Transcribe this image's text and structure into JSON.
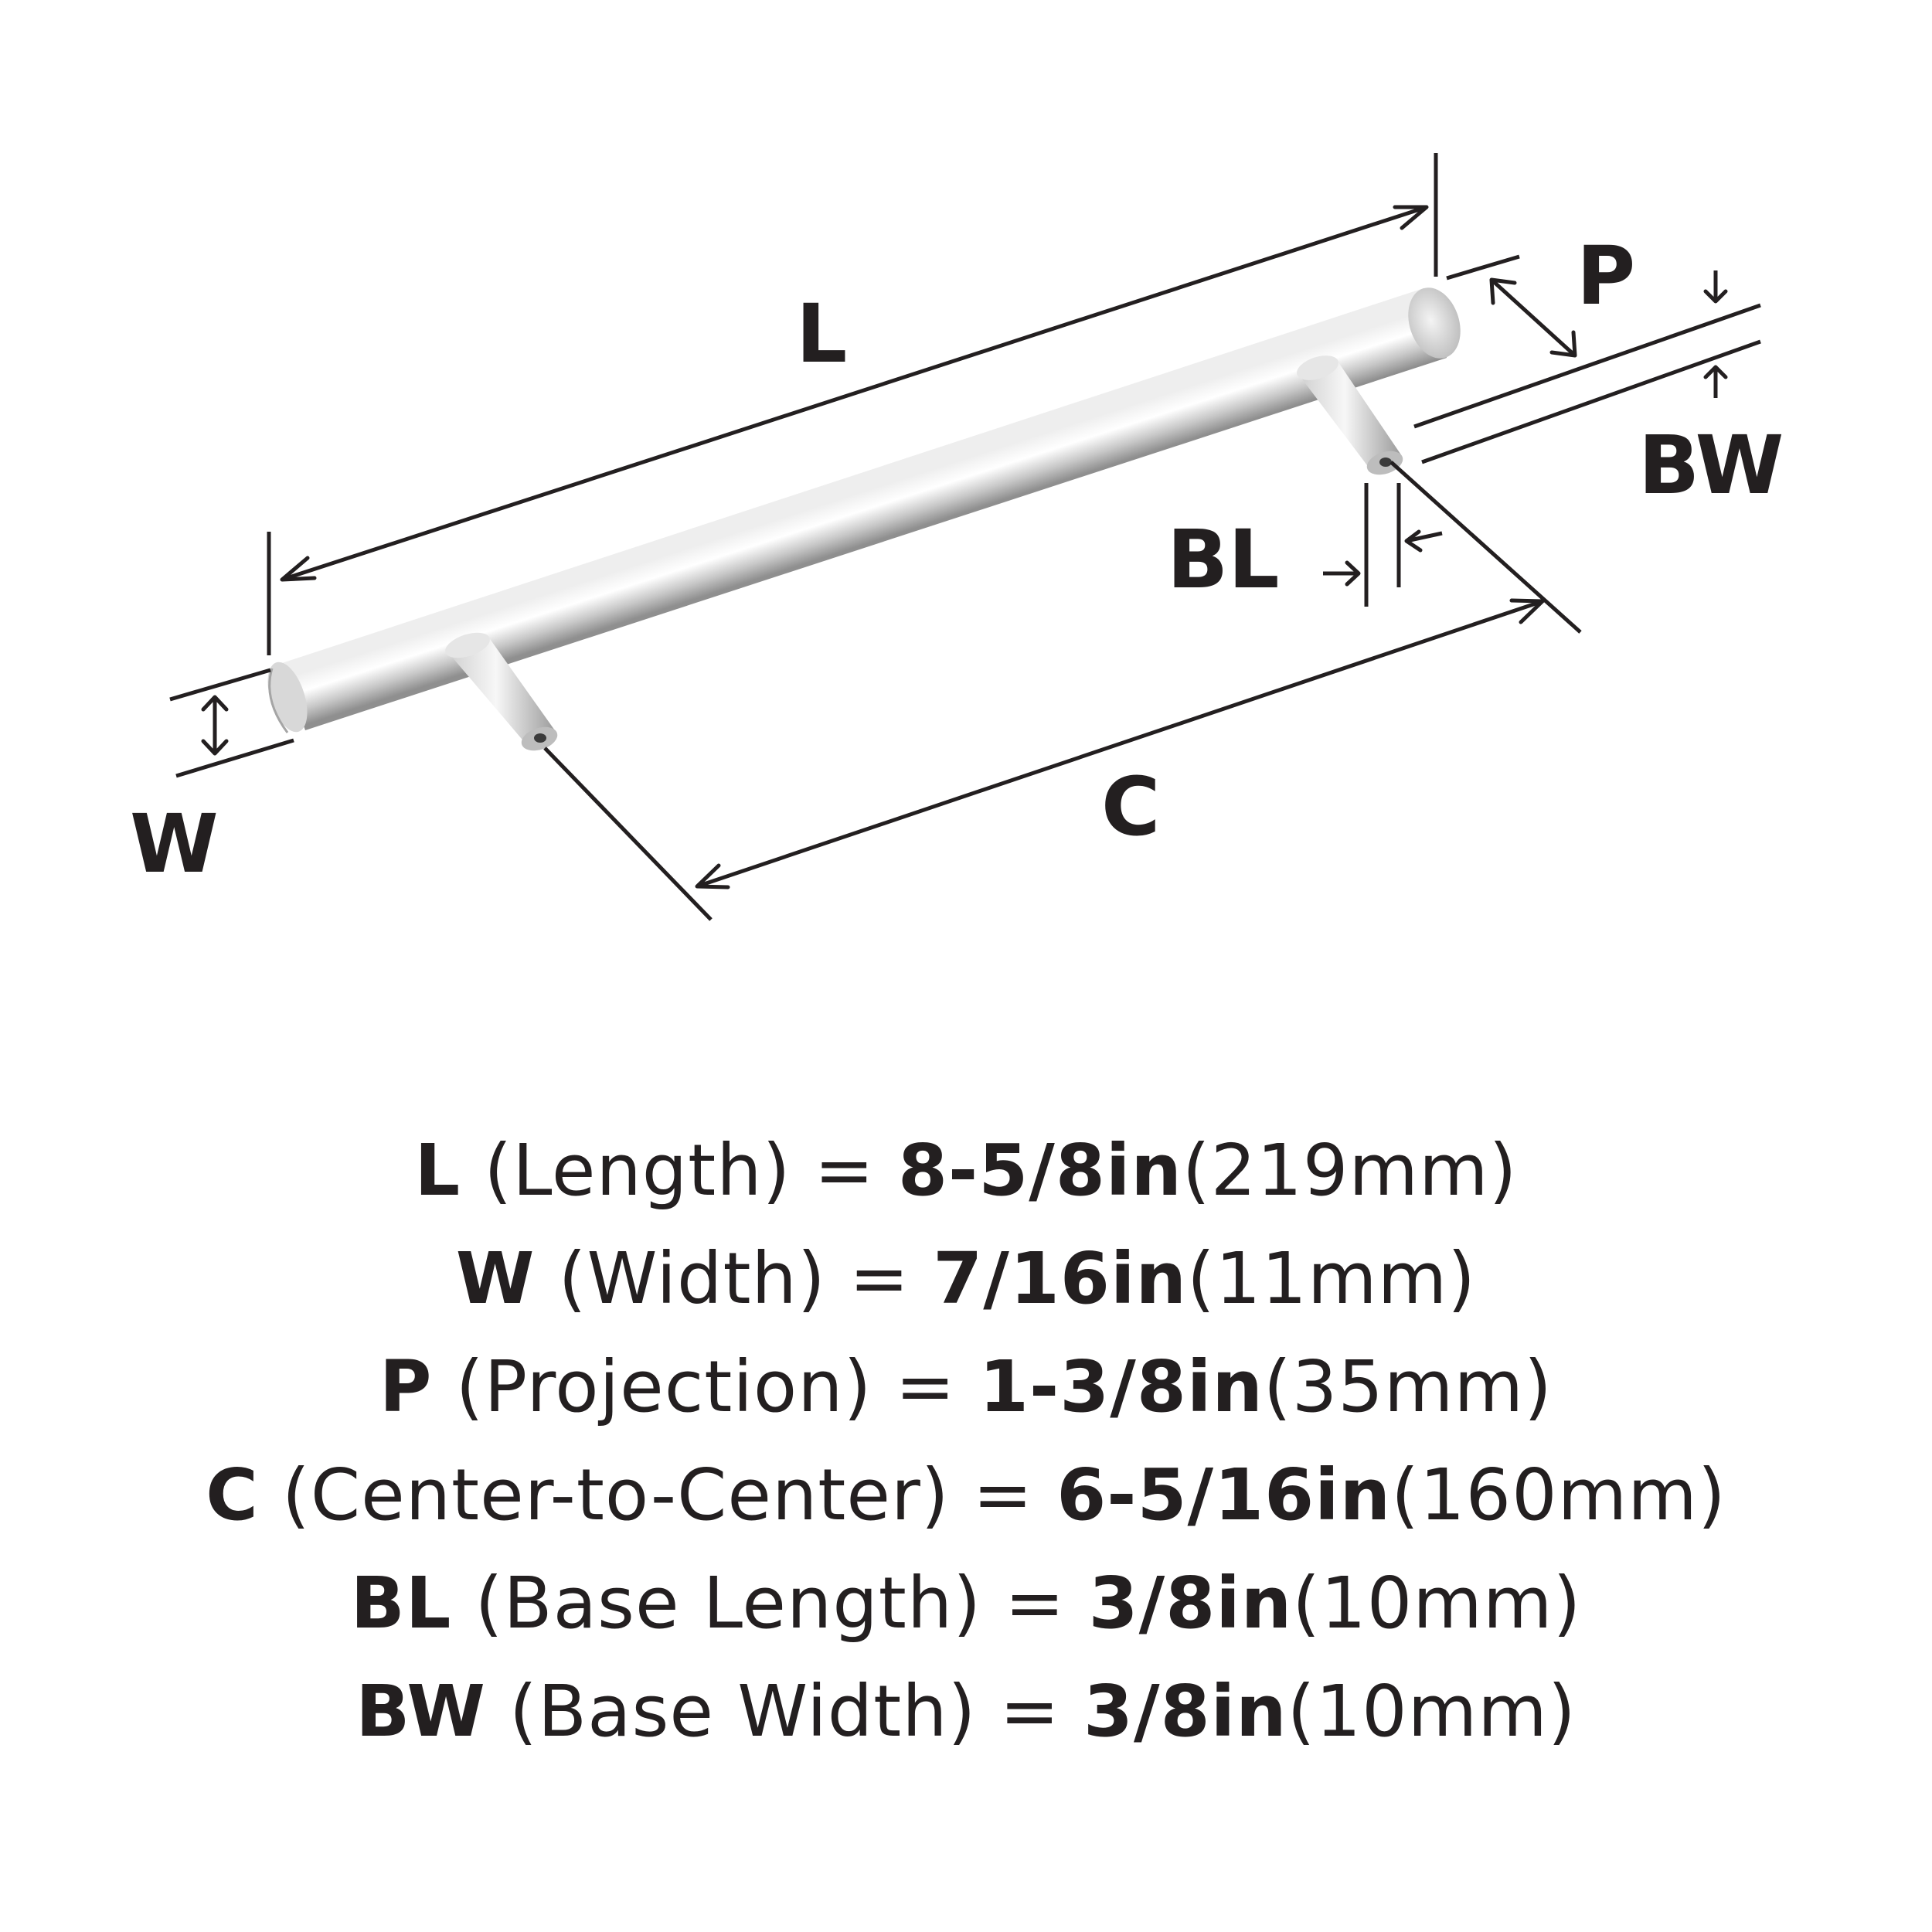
{
  "diagram": {
    "labels": {
      "L": "L",
      "P": "P",
      "BW": "BW",
      "BL": "BL",
      "W": "W",
      "C": "C"
    },
    "colors": {
      "ink": "#231f20",
      "metal_light": "#f2f2f2",
      "metal_mid": "#c9c9c9",
      "metal_dark": "#8e8e8e"
    }
  },
  "specs": [
    {
      "key": "L",
      "desc": " (Length) = ",
      "inch": "8-5/8in",
      "mm": "(219mm)"
    },
    {
      "key": "W",
      "desc": " (Width) = ",
      "inch": "7/16in",
      "mm": "(11mm)"
    },
    {
      "key": "P",
      "desc": " (Projection) = ",
      "inch": "1-3/8in",
      "mm": "(35mm)"
    },
    {
      "key": "C",
      "desc": " (Center-to-Center) = ",
      "inch": "6-5/16in",
      "mm": "(160mm)"
    },
    {
      "key": "BL",
      "desc": " (Base Length) = ",
      "inch": "3/8in",
      "mm": "(10mm)"
    },
    {
      "key": "BW",
      "desc": " (Base Width) = ",
      "inch": "3/8in",
      "mm": "(10mm)"
    }
  ]
}
